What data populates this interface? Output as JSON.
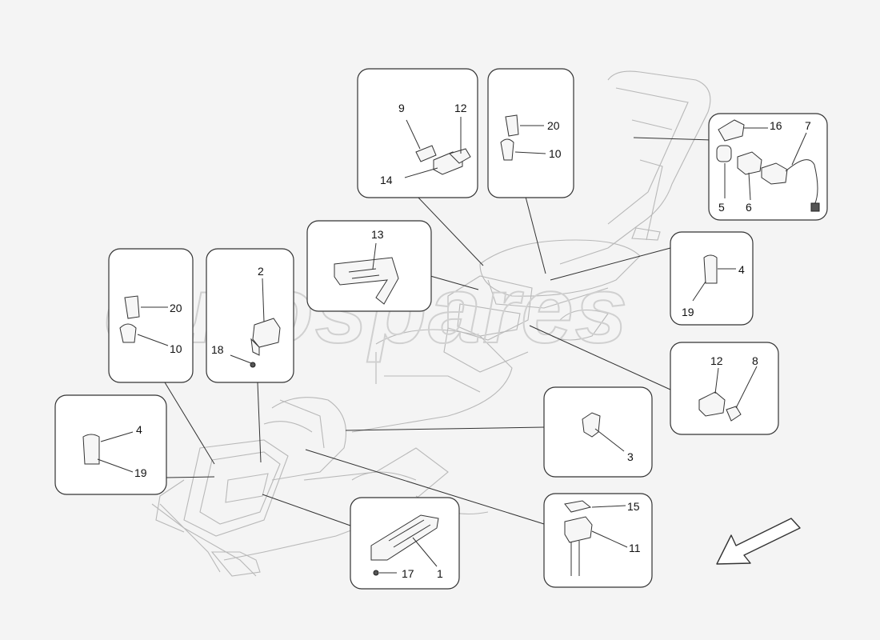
{
  "watermark": "eurospares",
  "callouts": {
    "c1": "1",
    "c2": "2",
    "c3": "3",
    "c4a": "4",
    "c4b": "4",
    "c5": "5",
    "c6": "6",
    "c7": "7",
    "c8": "8",
    "c9": "9",
    "c10a": "10",
    "c10b": "10",
    "c11": "11",
    "c12a": "12",
    "c12b": "12",
    "c13": "13",
    "c14": "14",
    "c15": "15",
    "c16": "16",
    "c17": "17",
    "c18": "18",
    "c19a": "19",
    "c19b": "19",
    "c20a": "20",
    "c20b": "20"
  },
  "colors": {
    "line": "#333333",
    "console": "#b8b8b8",
    "background": "#f4f4f4"
  },
  "icons": {
    "direction_arrow": "arrow-down-left-icon"
  }
}
